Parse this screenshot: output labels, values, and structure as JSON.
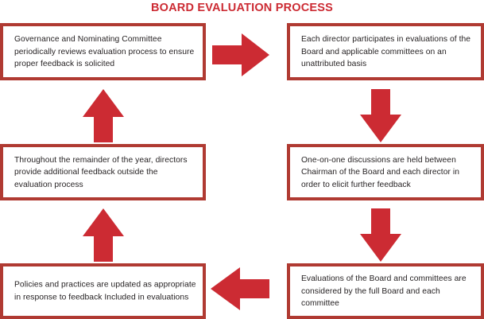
{
  "diagram": {
    "title": "BOARD EVALUATION PROCESS",
    "colors": {
      "title": "#cc2b33",
      "box_border": "#b03a32",
      "arrow_fill": "#cc2b33",
      "box_background": "#ffffff",
      "text": "#231f20"
    },
    "type": "cycle-flowchart",
    "steps": [
      {
        "id": "step-1",
        "position": "top-left",
        "text": "Governance and Nominating Committee periodically reviews evaluation process to ensure proper feedback is solicited"
      },
      {
        "id": "step-2",
        "position": "top-right",
        "text": "Each director participates in evaluations of the Board and applicable committees on an unattributed basis"
      },
      {
        "id": "step-3",
        "position": "middle-right",
        "text": "One-on-one discussions are held between Chairman of the Board and each director in order to elicit further feedback"
      },
      {
        "id": "step-4",
        "position": "bottom-right",
        "text": "Evaluations of the Board and committees are considered by the full Board and each committee"
      },
      {
        "id": "step-5",
        "position": "bottom-left",
        "text": "Policies and practices are updated as appropriate in response to feedback Included in evaluations"
      },
      {
        "id": "step-6",
        "position": "middle-left",
        "text": "Throughout the remainder of the year, directors provide additional feedback outside the evaluation process"
      }
    ],
    "arrows": [
      {
        "id": "arrow-1",
        "icon": "arrow-right-icon",
        "from": "step-1",
        "to": "step-2"
      },
      {
        "id": "arrow-2",
        "icon": "arrow-down-icon",
        "from": "step-2",
        "to": "step-3"
      },
      {
        "id": "arrow-3",
        "icon": "arrow-down-icon",
        "from": "step-3",
        "to": "step-4"
      },
      {
        "id": "arrow-4",
        "icon": "arrow-left-icon",
        "from": "step-4",
        "to": "step-5"
      },
      {
        "id": "arrow-5",
        "icon": "arrow-up-icon",
        "from": "step-5",
        "to": "step-6"
      },
      {
        "id": "arrow-6",
        "icon": "arrow-up-icon",
        "from": "step-6",
        "to": "step-1"
      }
    ]
  }
}
